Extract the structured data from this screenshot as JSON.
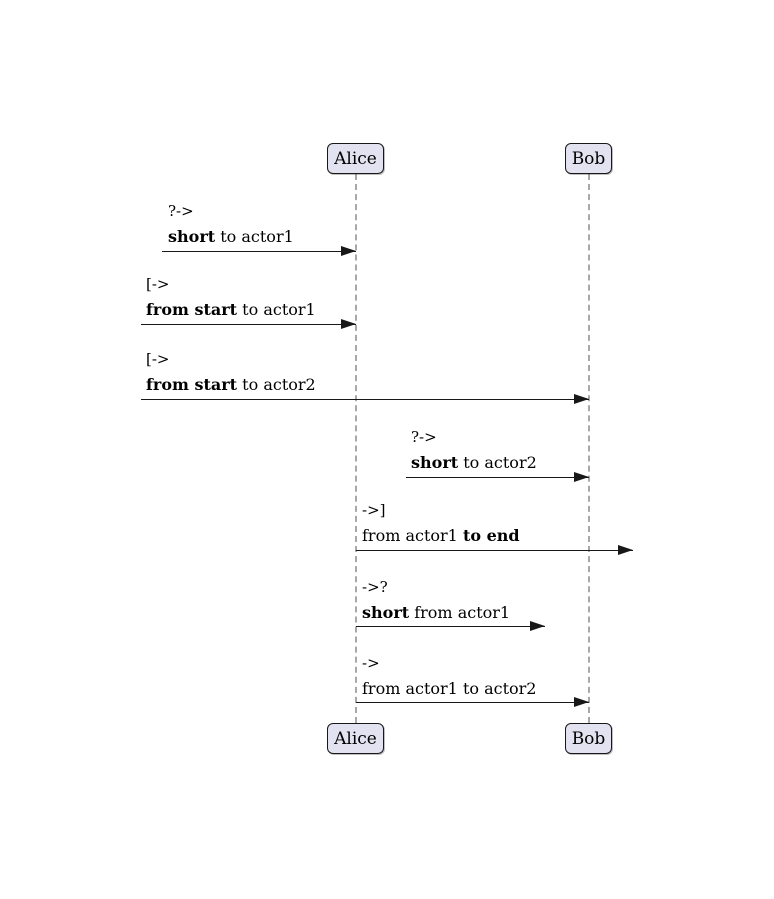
{
  "diagram": {
    "type": "sequence-diagram",
    "actors": [
      {
        "name": "Alice"
      },
      {
        "name": "Bob"
      }
    ],
    "colors": {
      "actor_fill": "#E2E2F0",
      "actor_border": "#181818",
      "lifeline": "#A8A8A8",
      "arrow": "#181818",
      "text": "#000000",
      "background": "#FFFFFF"
    },
    "messages": [
      {
        "operator": "?->",
        "pre": "",
        "bold": "short",
        "post": " to actor1",
        "from": "short-incoming",
        "to": "Alice"
      },
      {
        "operator": "[->",
        "pre": "",
        "bold": "from start",
        "post": " to actor1",
        "from": "diagram-start",
        "to": "Alice"
      },
      {
        "operator": "[->",
        "pre": "",
        "bold": "from start",
        "post": " to actor2",
        "from": "diagram-start",
        "to": "Bob"
      },
      {
        "operator": "?->",
        "pre": "",
        "bold": "short",
        "post": " to actor2",
        "from": "short-incoming",
        "to": "Bob"
      },
      {
        "operator": "->]",
        "pre": "from actor1 ",
        "bold": "to end",
        "post": "",
        "from": "Alice",
        "to": "diagram-end"
      },
      {
        "operator": "->?",
        "pre": "",
        "bold": "short",
        "post": " from actor1",
        "from": "Alice",
        "to": "short-outgoing"
      },
      {
        "operator": "->",
        "pre": "from actor1 to actor2",
        "bold": "",
        "post": "",
        "from": "Alice",
        "to": "Bob"
      }
    ]
  }
}
